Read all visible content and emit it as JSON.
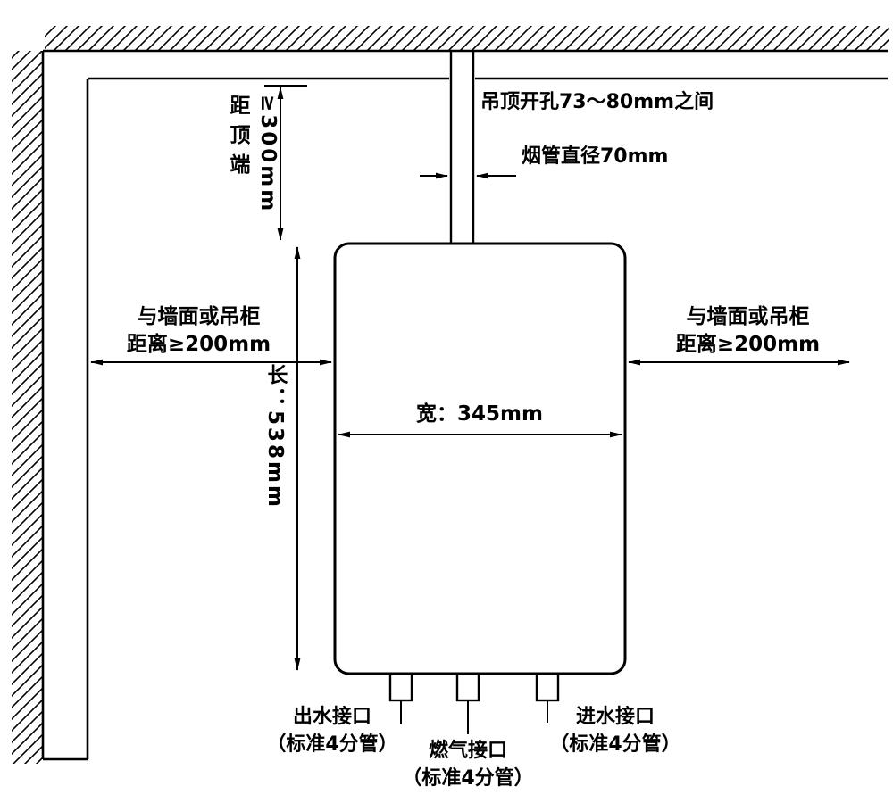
{
  "diagram": {
    "type": "water-heater-installation-clearance-diagram",
    "colors": {
      "line": "#000000",
      "background": "#ffffff",
      "text": "#000000"
    },
    "labels": {
      "ceiling_hole": "吊顶开孔73～80mm之间",
      "flue_diameter": "烟管直径70mm",
      "top_clearance_name": "距顶端",
      "top_clearance_value": "≥300mm",
      "left_clearance_line1": "与墙面或吊柜",
      "left_clearance_line2": "距离≥200mm",
      "right_clearance_line1": "与墙面或吊柜",
      "right_clearance_line2": "距离≥200mm",
      "width": "宽：345mm",
      "length": "长：538mm",
      "outlet_line1": "出水接口",
      "outlet_line2": "（标准4分管）",
      "gas_line1": "燃气接口",
      "gas_line2": "（标准4分管）",
      "inlet_line1": "进水接口",
      "inlet_line2": "（标准4分管）"
    },
    "dimensions": {
      "ceiling_opening_mm": "73-80",
      "flue_diameter_mm": 70,
      "top_clearance_mm": "≥300",
      "side_clearance_mm": "≥200",
      "body_width_mm": 345,
      "body_length_mm": 538
    }
  }
}
